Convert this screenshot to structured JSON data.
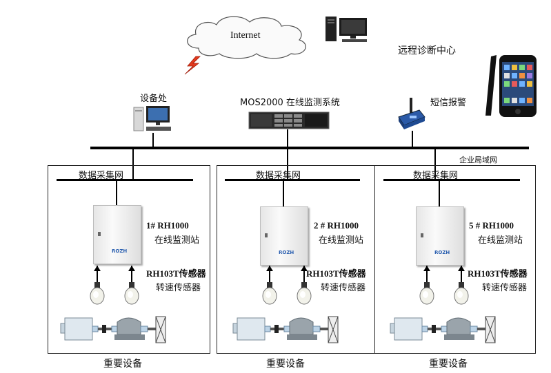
{
  "network": {
    "internet_label": "Internet",
    "remote_center_label": "远程诊断中心",
    "equipment_office_label": "设备处",
    "server_label": "MOS2000 在线监测系统",
    "sms_label": "短信报警",
    "lan_label": "企业局域网"
  },
  "stations": [
    {
      "net_label": "数据采集网",
      "station_id": "1# RH1000",
      "station_name": "在线监测站",
      "sensor_line1": "RH103T传感器",
      "sensor_line2": "转速传感器",
      "cabinet_brand": "ROZH",
      "equipment_label": "重要设备"
    },
    {
      "net_label": "数据采集网",
      "station_id": "2 # RH1000",
      "station_name": "在线监测站",
      "sensor_line1": "RH103T传感器",
      "sensor_line2": "转速传感器",
      "cabinet_brand": "ROZH",
      "equipment_label": "重要设备"
    },
    {
      "net_label": "数据采集网",
      "station_id": "5 # RH1000",
      "station_name": "在线监测站",
      "sensor_line1": "RH103T传感器",
      "sensor_line2": "转速传感器",
      "cabinet_brand": "ROZH",
      "equipment_label": "重要设备"
    }
  ],
  "icons": [
    "cloud-icon",
    "lightning-icon",
    "desktop-computer-icon",
    "smartphone-icon",
    "rack-server-icon",
    "gsm-modem-icon",
    "monitoring-cabinet-icon",
    "sensor-icon",
    "motor-icon"
  ],
  "colors": {
    "line": "#000000",
    "cabinet_brand": "#2a5fb0",
    "lightning": "#e23a1e"
  }
}
